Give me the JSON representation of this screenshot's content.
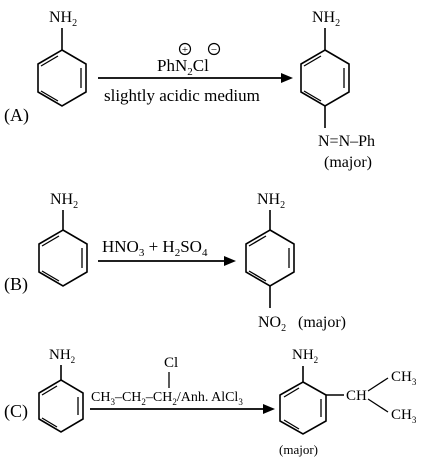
{
  "reactions": [
    {
      "label": "(A)",
      "reactant_group": "NH",
      "reactant_group_sub": "2",
      "reagent_above": {
        "a": "PhN",
        "sub": "2",
        "b": "Cl",
        "charge_pos": "+",
        "charge_neg": "−"
      },
      "reagent_below": "slightly acidic medium",
      "product_top_group": "NH",
      "product_top_group_sub": "2",
      "product_bottom_group": "N=N–Ph",
      "product_note": "(major)"
    },
    {
      "label": "(B)",
      "reactant_group": "NH",
      "reactant_group_sub": "2",
      "reagent_above": {
        "a": "HNO",
        "sub1": "3",
        "plus": " + H",
        "sub2": "2",
        "b": "SO",
        "sub3": "4"
      },
      "product_top_group": "NH",
      "product_top_group_sub": "2",
      "product_bottom_group": "NO",
      "product_bottom_group_sub": "2",
      "product_note": "(major)"
    },
    {
      "label": "(C)",
      "reactant_group": "NH",
      "reactant_group_sub": "2",
      "reagent_top": "Cl",
      "reagent_above": {
        "a": "CH",
        "sub1": "3",
        "b": "–CH",
        "sub2": "2",
        "c": "–CH",
        "sub3": "2",
        "d": "/Anh. AlCl",
        "sub4": "3"
      },
      "product_top_group": "NH",
      "product_top_group_sub": "2",
      "product_side_group": "CH",
      "product_methyl_top": "CH",
      "product_methyl_top_sub": "3",
      "product_methyl_bottom": "CH",
      "product_methyl_bottom_sub": "3",
      "product_note": "(major)"
    }
  ]
}
